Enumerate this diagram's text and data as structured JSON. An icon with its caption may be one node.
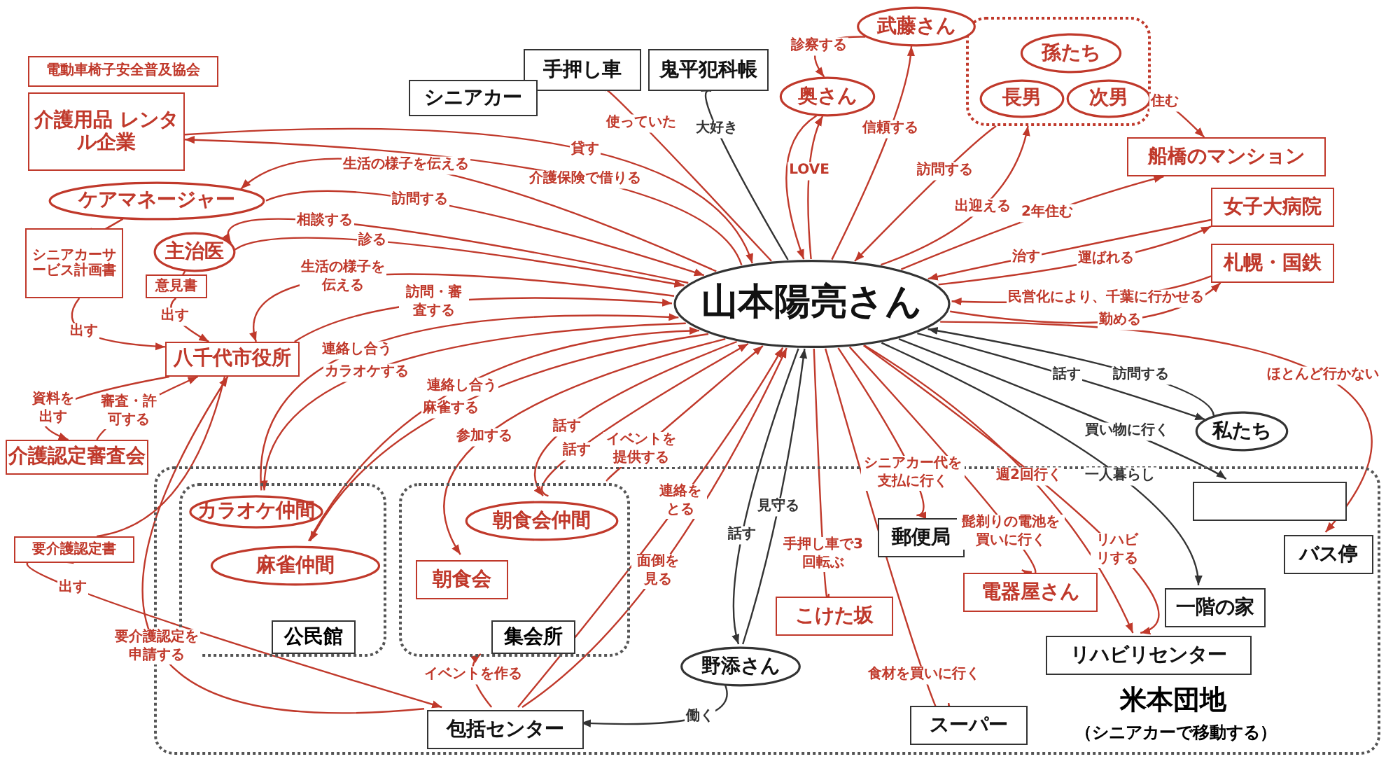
{
  "diagram": {
    "nodes": [
      {
        "text": [
          "山本陽亮さん"
        ]
      },
      {
        "text": [
          "手押し車"
        ]
      },
      {
        "text": [
          "鬼平犯科帳"
        ]
      },
      {
        "text": [
          "武藤さん"
        ]
      },
      {
        "text": [
          "奥さん"
        ]
      },
      {
        "text": [],
        "shape": "box"
      },
      {
        "text": [
          "孫たち"
        ],
        "in": 5
      },
      {
        "text": [
          "長男"
        ],
        "in": 5
      },
      {
        "text": [
          "次男"
        ],
        "in": 5
      },
      {
        "text": [
          "船橋のマンション"
        ]
      },
      {
        "text": [
          "女子大病院"
        ]
      },
      {
        "text": [
          "札幌・国鉄"
        ]
      },
      {
        "text": [
          "電動車椅子安全普及協会"
        ]
      },
      {
        "text": [
          "介護用品 レンタル企業"
        ]
      },
      {
        "text": [
          "シニアカー"
        ]
      },
      {
        "text": [
          "ケアマネージャー"
        ]
      },
      {
        "text": [
          "シニアカーサービス計画書"
        ]
      },
      {
        "text": [
          "主治医"
        ]
      },
      {
        "text": [
          "意見書"
        ]
      },
      {
        "text": [
          "八千代市役所"
        ]
      },
      {
        "text": [
          "介護認定審査会"
        ]
      },
      {
        "text": [
          "要介護認定書"
        ]
      },
      {
        "text": [
          "私たち"
        ]
      },
      {
        "text": [
          "米本団地",
          "（シニアカーで移動する）"
        ]
      },
      {
        "text": [
          "公民館"
        ],
        "in": 23
      },
      {
        "text": [
          "カラオケ仲間"
        ],
        "in": 24
      },
      {
        "text": [
          "麻雀仲間"
        ],
        "in": 24
      },
      {
        "text": [
          "集会所"
        ],
        "in": 23
      },
      {
        "text": [
          "朝食会仲間"
        ],
        "in": 27
      },
      {
        "text": [
          "朝食会"
        ],
        "in": 27
      },
      {
        "text": [
          "野添さん"
        ],
        "in": 23
      },
      {
        "text": [
          "包括センター"
        ],
        "in": 23
      },
      {
        "text": [
          "こけた坂"
        ],
        "in": 23
      },
      {
        "text": [
          "郵便局"
        ],
        "in": 23
      },
      {
        "text": [
          "電器屋さん"
        ],
        "in": 23
      },
      {
        "text": [
          "スーパー"
        ],
        "in": 23
      },
      {
        "text": [
          "リハビリセンター"
        ],
        "in": 23
      },
      {
        "text": [
          "一階の家"
        ],
        "in": 23
      },
      {
        "text": [],
        "shape": "box",
        "in": 23
      },
      {
        "text": [
          "バス停"
        ],
        "in": 23
      }
    ],
    "edges": [
      {
        "from": 0,
        "to": 1,
        "arrow": "to",
        "label": "使っていた"
      },
      {
        "from": 0,
        "to": 2,
        "arrow": "to",
        "label": "大好き",
        "color": "#333333"
      },
      {
        "from": 3,
        "to": 4,
        "arrow": "to",
        "label": "診察する"
      },
      {
        "from": 0,
        "to": 4,
        "arrow": "to",
        "label": "LOVE"
      },
      {
        "from": 4,
        "to": 0,
        "arrow": "to"
      },
      {
        "from": 0,
        "to": 3,
        "arrow": "to",
        "label": "信頼する"
      },
      {
        "from": 5,
        "to": 0,
        "arrow": "to",
        "label": "訪問する"
      },
      {
        "from": 0,
        "to": 5,
        "arrow": "to",
        "label": "出迎える"
      },
      {
        "from": 8,
        "to": 9,
        "arrow": "to",
        "label": "住む"
      },
      {
        "from": 0,
        "to": 9,
        "arrow": "to",
        "label": "2年住む"
      },
      {
        "from": 10,
        "to": 0,
        "arrow": "to",
        "label": "治す"
      },
      {
        "from": 0,
        "to": 10,
        "arrow": "to",
        "label": "運ばれる"
      },
      {
        "from": 11,
        "to": 0,
        "arrow": "to",
        "label": "民営化により、千葉に行かせる"
      },
      {
        "from": 0,
        "to": 11,
        "arrow": "to",
        "label": "勤める"
      },
      {
        "from": 0,
        "to": 39,
        "arrow": "to",
        "label": "ほとんど行かない"
      },
      {
        "from": 0,
        "to": 22,
        "arrow": "to",
        "label": "話す",
        "color": "#333333"
      },
      {
        "from": 22,
        "to": 0,
        "arrow": "to",
        "label": "訪問する",
        "color": "#333333"
      },
      {
        "from": 0,
        "to": 38,
        "arrow": "to",
        "label": "買い物に行く",
        "color": "#333333"
      },
      {
        "from": 0,
        "to": 37,
        "arrow": "to",
        "label": "一人暮らし",
        "color": "#333333"
      },
      {
        "from": 0,
        "to": 36,
        "arrow": "to",
        "label": "週2回行く"
      },
      {
        "from": 0,
        "to": 36,
        "arrow": "to",
        "label": "リハビリする"
      },
      {
        "from": 0,
        "to": 34,
        "arrow": "to",
        "label": "髭剃りの電池を買いに行く"
      },
      {
        "from": 0,
        "to": 33,
        "arrow": "to",
        "label": "シニアカー代を支払に行く"
      },
      {
        "from": 0,
        "to": 35,
        "arrow": "to",
        "label": "食材を買いに行く"
      },
      {
        "from": 0,
        "to": 32,
        "arrow": "to",
        "label": "手押し車で3回転ぶ"
      },
      {
        "from": 30,
        "to": 0,
        "arrow": "to",
        "label": "見守る",
        "color": "#333333"
      },
      {
        "from": 0,
        "to": 30,
        "arrow": "to",
        "label": "話す",
        "color": "#333333"
      },
      {
        "from": 30,
        "to": 31,
        "arrow": "to",
        "label": "働く",
        "color": "#333333"
      },
      {
        "from": 31,
        "to": 0,
        "arrow": "to",
        "label": "連絡をとる"
      },
      {
        "from": 31,
        "to": 0,
        "arrow": "to",
        "label": "面倒を見る"
      },
      {
        "from": 27,
        "to": 0,
        "arrow": "to",
        "label": "イベントを提供する"
      },
      {
        "from": 31,
        "to": 27,
        "arrow": "to",
        "label": "イベントを作る"
      },
      {
        "from": 0,
        "to": 28,
        "arrow": "to",
        "label": "話す"
      },
      {
        "from": 28,
        "to": 0,
        "arrow": "to",
        "label": "話す"
      },
      {
        "from": 0,
        "to": 29,
        "arrow": "to",
        "label": "参加する"
      },
      {
        "from": 26,
        "to": 0,
        "arrow": "to",
        "label": "連絡し合う"
      },
      {
        "from": 0,
        "to": 26,
        "arrow": "to",
        "label": "麻雀する"
      },
      {
        "from": 25,
        "to": 0,
        "arrow": "to",
        "label": "連絡し合う"
      },
      {
        "from": 0,
        "to": 25,
        "arrow": "to",
        "label": "カラオケする"
      },
      {
        "from": 19,
        "to": 0,
        "arrow": "to",
        "label": "訪問・審査する"
      },
      {
        "from": 0,
        "to": 19,
        "arrow": "to",
        "label": "生活の様子を伝える"
      },
      {
        "from": 0,
        "to": 17,
        "arrow": "to",
        "label": "相談する"
      },
      {
        "from": 17,
        "to": 0,
        "arrow": "to",
        "label": "診る"
      },
      {
        "from": 15,
        "to": 0,
        "arrow": "to",
        "label": "訪問する"
      },
      {
        "from": 0,
        "to": 15,
        "arrow": "to",
        "label": "生活の様子を伝える"
      },
      {
        "from": 13,
        "to": 0,
        "arrow": "to",
        "label": "貸す"
      },
      {
        "from": 0,
        "to": 13,
        "arrow": "to",
        "label": "介護保険で借りる"
      },
      {
        "from": 15,
        "to": 16,
        "arrow": "none"
      },
      {
        "from": 16,
        "to": 19,
        "arrow": "to",
        "label": "出す"
      },
      {
        "from": 17,
        "to": 18,
        "arrow": "none"
      },
      {
        "from": 18,
        "to": 19,
        "arrow": "to",
        "label": "出す"
      },
      {
        "from": 19,
        "to": 20,
        "arrow": "to",
        "label": "資料を出す"
      },
      {
        "from": 20,
        "to": 19,
        "arrow": "to",
        "label": "審査・許可する"
      },
      {
        "from": 31,
        "to": 19,
        "arrow": "to",
        "label": "要介護認定を申請する"
      },
      {
        "from": 19,
        "to": 21,
        "arrow": "none"
      },
      {
        "from": 21,
        "to": 31,
        "arrow": "to",
        "label": "出す"
      }
    ]
  }
}
